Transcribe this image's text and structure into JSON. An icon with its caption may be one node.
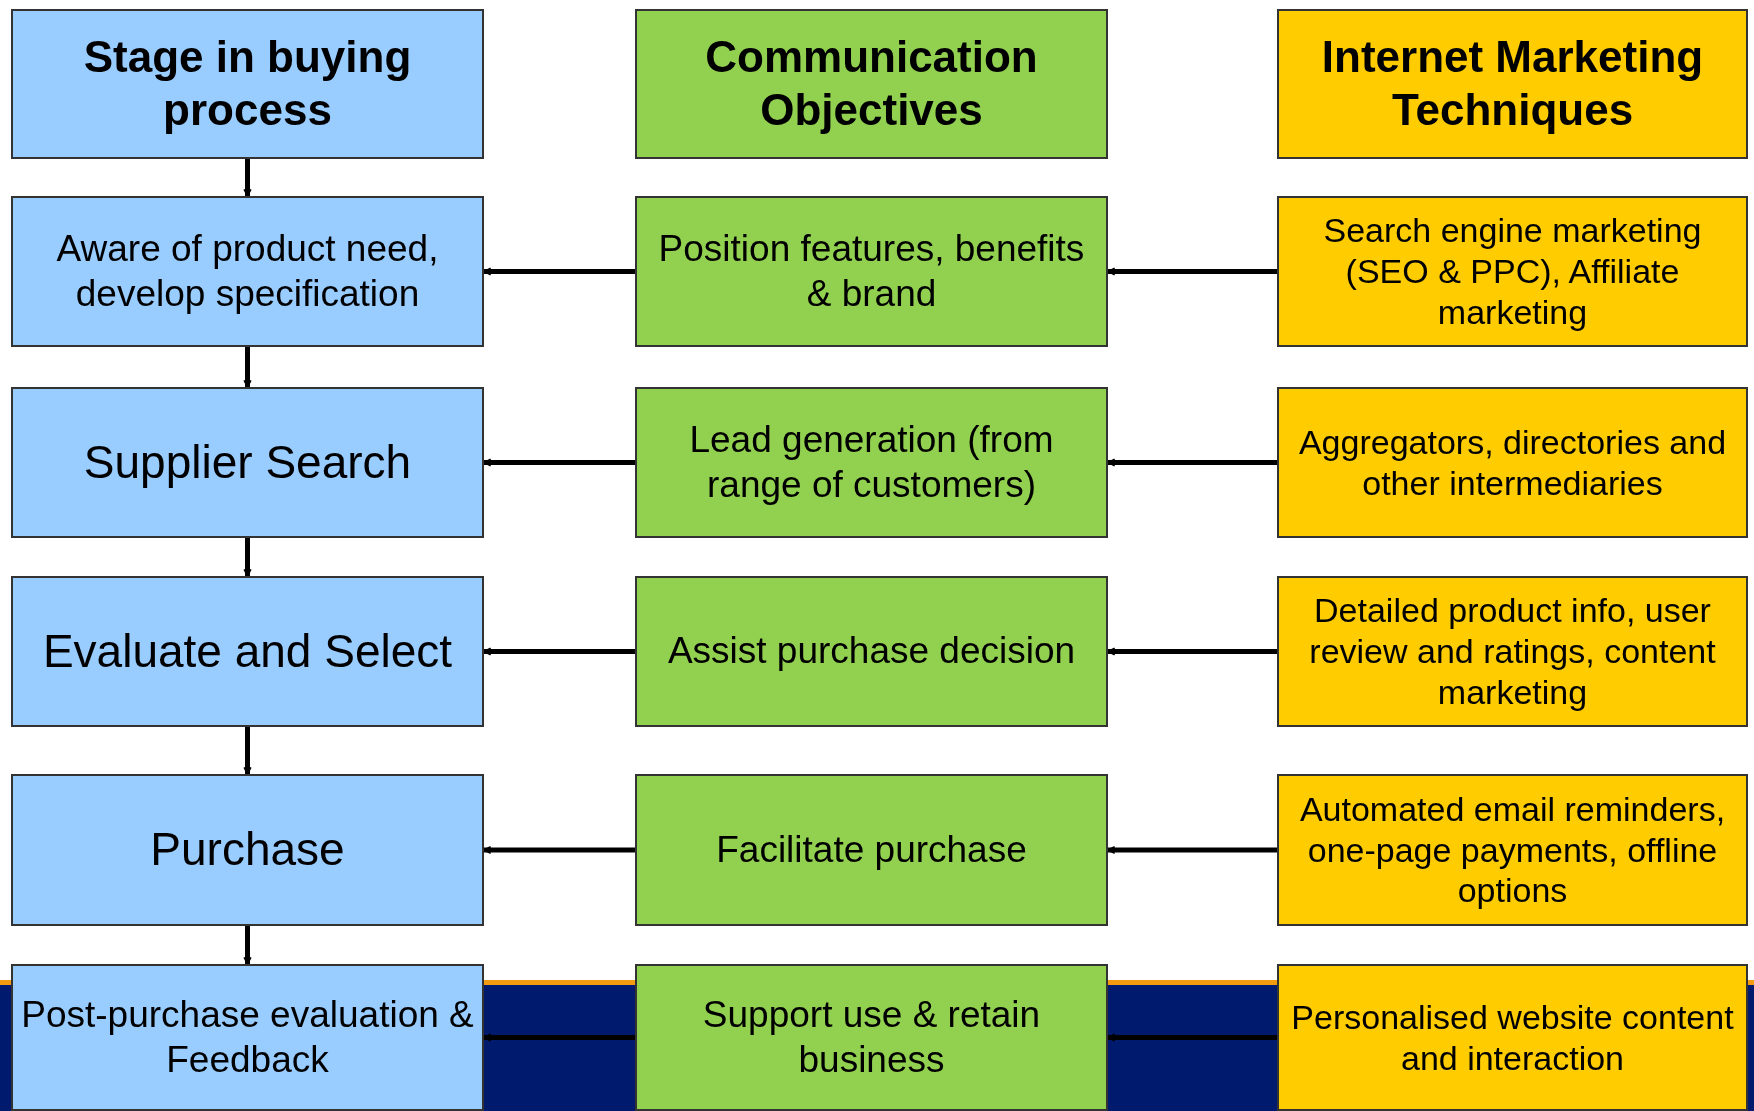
{
  "diagram": {
    "nodes": [
      {
        "text": [
          "Stage in buying process"
        ]
      },
      {
        "text": [
          "Communication Objectives"
        ]
      },
      {
        "text": [
          "Internet Marketing Techniques"
        ]
      },
      {
        "text": [
          "Aware of product need, develop specification"
        ]
      },
      {
        "text": [
          "Position features, benefits & brand"
        ]
      },
      {
        "text": [
          "Search engine marketing (SEO & PPC), Affiliate marketing"
        ]
      },
      {
        "text": [
          "Supplier Search"
        ]
      },
      {
        "text": [
          "Lead generation (from range of customers)"
        ]
      },
      {
        "text": [
          "Aggregators, directories and other intermediaries"
        ]
      },
      {
        "text": [
          "Evaluate and Select"
        ]
      },
      {
        "text": [
          "Assist purchase decision"
        ]
      },
      {
        "text": [
          "Detailed product info, user review and ratings, content marketing"
        ]
      },
      {
        "text": [
          "Purchase"
        ]
      },
      {
        "text": [
          "Facilitate purchase"
        ]
      },
      {
        "text": [
          "Automated email reminders, one-page payments, offline options"
        ]
      },
      {
        "text": [
          "Post-purchase evaluation & Feedback"
        ]
      },
      {
        "text": [
          "Support use & retain business"
        ]
      },
      {
        "text": [
          "Personalised website content and interaction"
        ]
      }
    ],
    "edges": [
      {
        "from": 0,
        "to": 3,
        "arrow": "to"
      },
      {
        "from": 3,
        "to": 6,
        "arrow": "to"
      },
      {
        "from": 6,
        "to": 9,
        "arrow": "to"
      },
      {
        "from": 9,
        "to": 12,
        "arrow": "to"
      },
      {
        "from": 12,
        "to": 15,
        "arrow": "to"
      },
      {
        "from": 5,
        "to": 4,
        "arrow": "to"
      },
      {
        "from": 4,
        "to": 3,
        "arrow": "to"
      },
      {
        "from": 8,
        "to": 7,
        "arrow": "to"
      },
      {
        "from": 7,
        "to": 6,
        "arrow": "to"
      },
      {
        "from": 11,
        "to": 10,
        "arrow": "to"
      },
      {
        "from": 10,
        "to": 9,
        "arrow": "to"
      },
      {
        "from": 14,
        "to": 13,
        "arrow": "to"
      },
      {
        "from": 13,
        "to": 12,
        "arrow": "to"
      },
      {
        "from": 17,
        "to": 16,
        "arrow": "to"
      },
      {
        "from": 16,
        "to": 15,
        "arrow": "to"
      }
    ]
  }
}
